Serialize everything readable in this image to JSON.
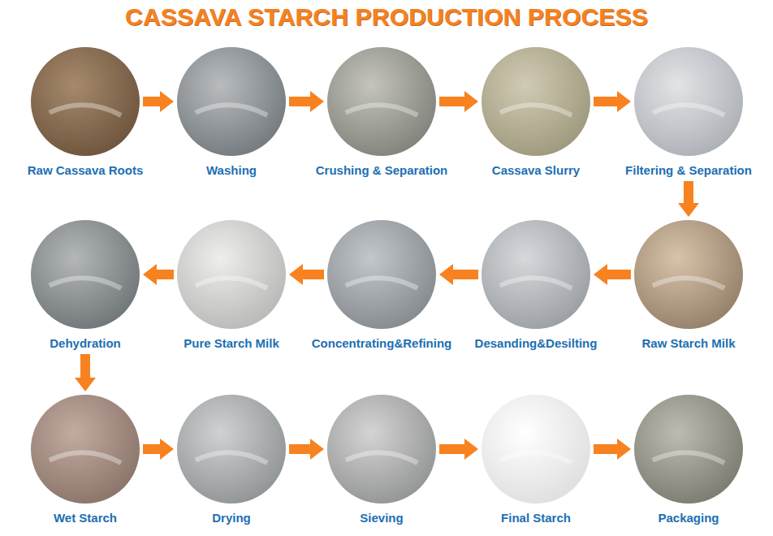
{
  "diagram": {
    "title": "CASSAVA STARCH PRODUCTION PROCESS",
    "nodes": [
      {
        "text": [
          "Raw Cassava Roots"
        ]
      },
      {
        "text": [
          "Washing"
        ]
      },
      {
        "text": [
          "Crushing & Separation"
        ]
      },
      {
        "text": [
          "Cassava Slurry"
        ]
      },
      {
        "text": [
          "Filtering & Separation"
        ]
      },
      {
        "text": [
          "Raw Starch Milk"
        ]
      },
      {
        "text": [
          "Desanding&Desilting"
        ]
      },
      {
        "text": [
          "Concentrating&Refining"
        ]
      },
      {
        "text": [
          "Pure Starch Milk"
        ]
      },
      {
        "text": [
          "Dehydration"
        ]
      },
      {
        "text": [
          "Wet Starch"
        ]
      },
      {
        "text": [
          "Drying"
        ]
      },
      {
        "text": [
          "Sieving"
        ]
      },
      {
        "text": [
          "Final Starch"
        ]
      },
      {
        "text": [
          "Packaging"
        ]
      }
    ],
    "edges": [
      {
        "from": 0,
        "to": 1,
        "arrow": "to"
      },
      {
        "from": 1,
        "to": 2,
        "arrow": "to"
      },
      {
        "from": 2,
        "to": 3,
        "arrow": "to"
      },
      {
        "from": 3,
        "to": 4,
        "arrow": "to"
      },
      {
        "from": 4,
        "to": 5,
        "arrow": "to"
      },
      {
        "from": 5,
        "to": 6,
        "arrow": "to"
      },
      {
        "from": 6,
        "to": 7,
        "arrow": "to"
      },
      {
        "from": 7,
        "to": 8,
        "arrow": "to"
      },
      {
        "from": 8,
        "to": 9,
        "arrow": "to"
      },
      {
        "from": 9,
        "to": 10,
        "arrow": "to"
      },
      {
        "from": 10,
        "to": 11,
        "arrow": "to"
      },
      {
        "from": 11,
        "to": 12,
        "arrow": "to"
      },
      {
        "from": 12,
        "to": 13,
        "arrow": "to"
      },
      {
        "from": 13,
        "to": 14,
        "arrow": "to"
      }
    ]
  }
}
